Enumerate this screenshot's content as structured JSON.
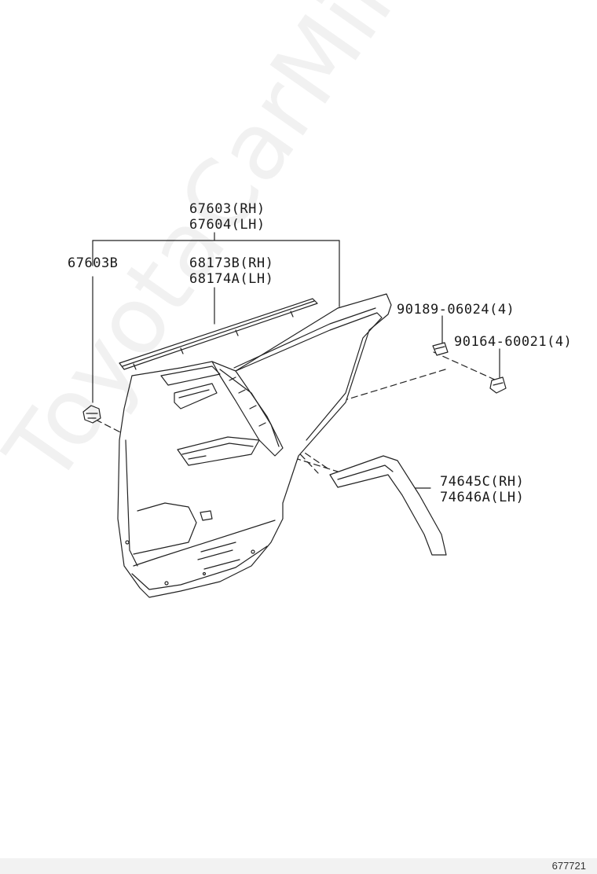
{
  "labels": {
    "trim_board_rh": "67603(RH)",
    "trim_board_lh": "67604(LH)",
    "clip_left": "67603B",
    "weatherstrip_rh": "68173B(RH)",
    "weatherstrip_lh": "68174A(LH)",
    "retainer": "90189-06024(4)",
    "screw": "90164-60021(4)",
    "garnish_rh": "74645C(RH)",
    "garnish_lh": "74646A(LH)"
  },
  "watermark": "ToyotaCarMine.ru",
  "diagram_code": "677721"
}
